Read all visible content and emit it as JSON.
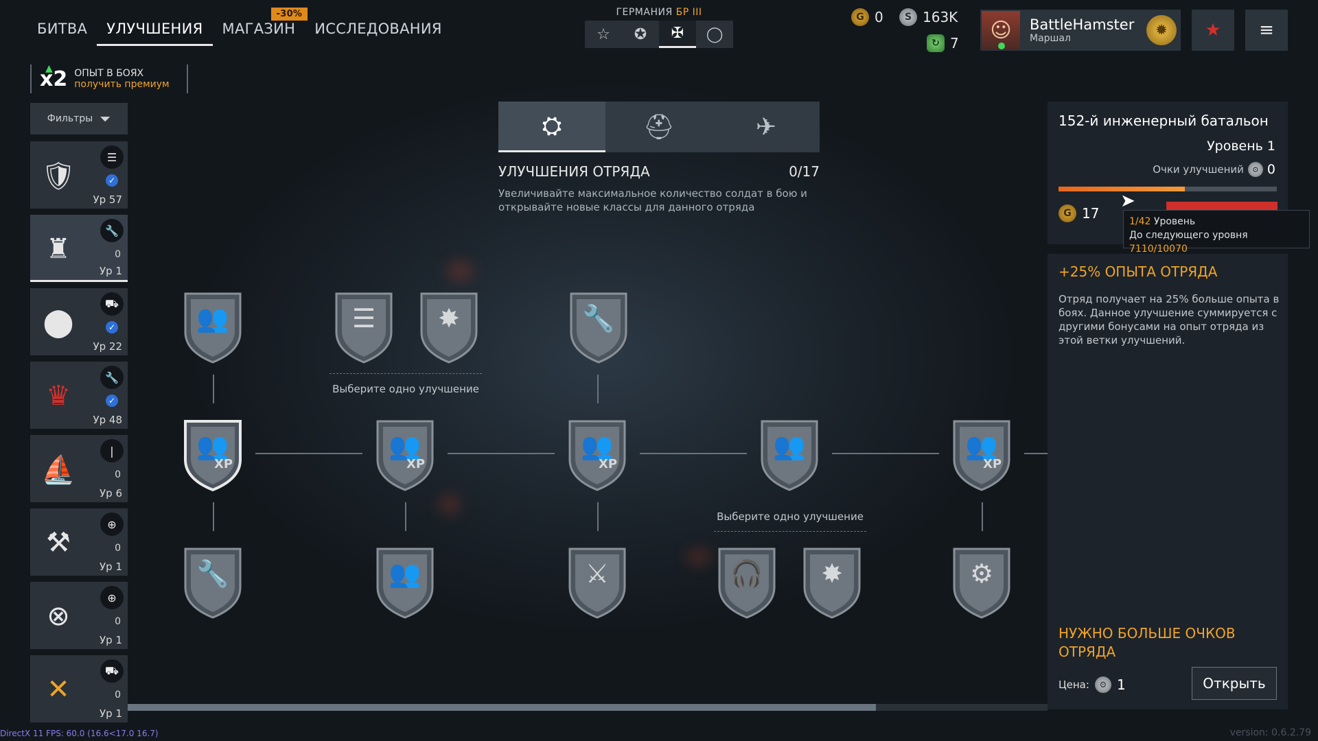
{
  "topnav": {
    "tabs": [
      "БИТВА",
      "УЛУЧШЕНИЯ",
      "МАГАЗИН",
      "ИССЛЕДОВАНИЯ"
    ],
    "sale": "-30%"
  },
  "nation": {
    "name": "ГЕРМАНИЯ",
    "br": "БР III"
  },
  "currency": {
    "gold": "0",
    "silver": "163K",
    "tickets": "7"
  },
  "profile": {
    "name": "BattleHamster",
    "rank": "Маршал"
  },
  "exp": {
    "mult": "x2",
    "line1": "ОПЫТ В БОЯХ",
    "line2": "получить премиум"
  },
  "filters": "Фильтры",
  "squads": [
    {
      "pts": "",
      "lvl": "Ур 57",
      "checked": true
    },
    {
      "pts": "0",
      "lvl": "Ур 1",
      "checked": false
    },
    {
      "pts": "",
      "lvl": "Ур 22",
      "checked": true
    },
    {
      "pts": "",
      "lvl": "Ур 48",
      "checked": true
    },
    {
      "pts": "0",
      "lvl": "Ур 6",
      "checked": false
    },
    {
      "pts": "0",
      "lvl": "Ур 1",
      "checked": false
    },
    {
      "pts": "0",
      "lvl": "Ур 1",
      "checked": false
    },
    {
      "pts": "0",
      "lvl": "Ур 1",
      "checked": false
    }
  ],
  "upgrades": {
    "title": "УЛУЧШЕНИЯ ОТРЯДА",
    "count": "0/17",
    "desc": "Увеличивайте максимальное количество солдат в бою и открывайте новые классы для данного отряда",
    "choose": "Выберите одно улучшение",
    "xp": "XP"
  },
  "squad_panel": {
    "name": "152-й инженерный батальон",
    "level": "Уровень 1",
    "points_label": "Очки улучшений",
    "points": "0",
    "gold": "17",
    "progress": 0.58
  },
  "tooltip": {
    "level": "1/42",
    "level_label": "Уровень",
    "next_label": "До следующего уровня",
    "next": "7110/10070"
  },
  "bonus": {
    "title": "+25% ОПЫТА ОТРЯДА",
    "desc": "Отряд получает на 25% больше опыта в боях. Данное улучшение суммируется с другими бонусами на опыт отряда из этой ветки улучшений."
  },
  "need": {
    "title": "НУЖНО БОЛЬШЕ ОЧКОВ ОТРЯДА",
    "price_label": "Цена:",
    "price": "1",
    "open": "Открыть"
  },
  "debug": "DirectX 11 FPS: 60.0 (16.6<17.0 16.7)",
  "version": "version: 0.6.2.79",
  "colors": {
    "accent": "#f0a428",
    "progress": "#e8671c",
    "check": "#2f6fd8",
    "red": "#d0302c"
  }
}
